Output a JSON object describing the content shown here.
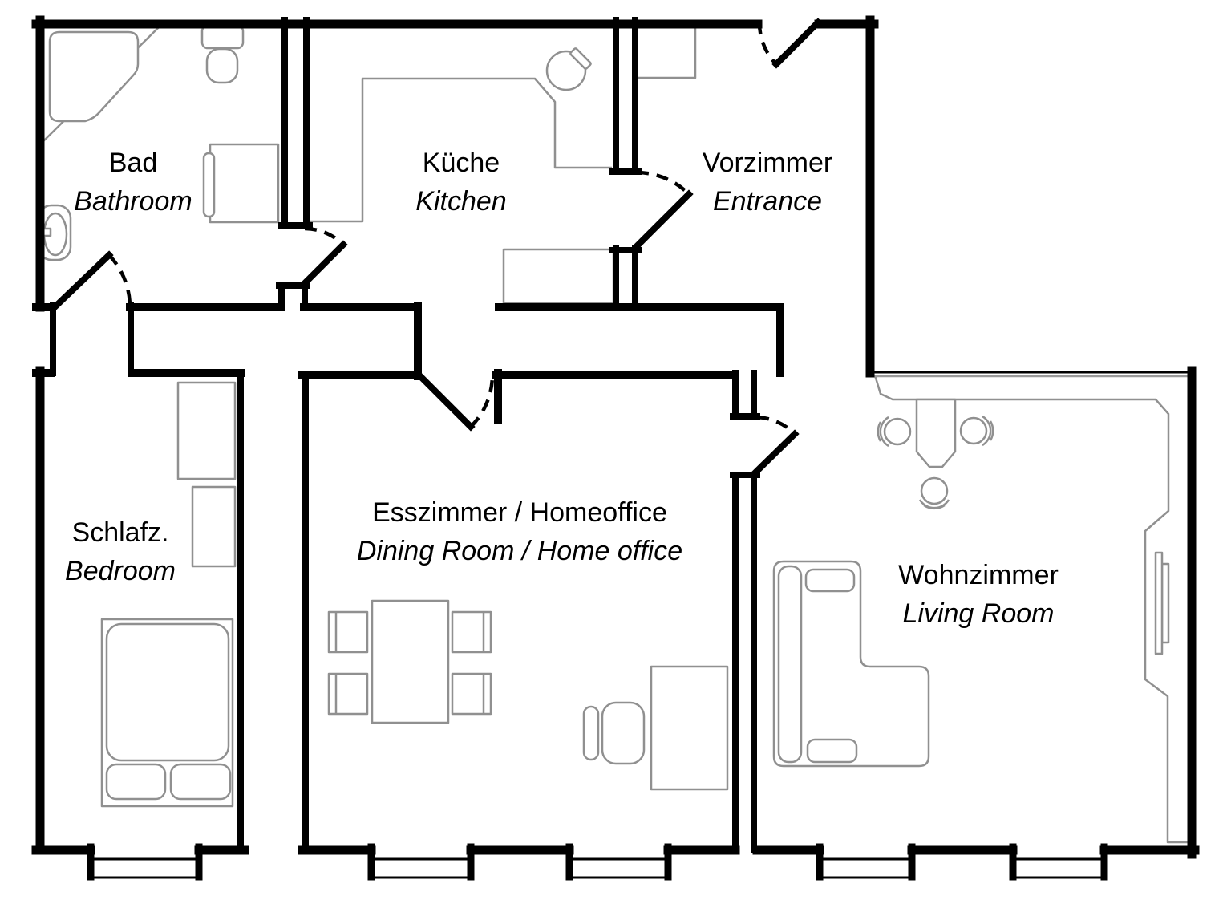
{
  "plan": {
    "type": "apartment-floor-plan",
    "colors": {
      "wall": "#000000",
      "furniture": "#909090",
      "background": "#ffffff",
      "text": "#000000"
    },
    "door_count": 6,
    "window_count": 5
  },
  "rooms": [
    {
      "id": "bathroom",
      "name_de": "Bad",
      "name_en": "Bathroom",
      "symbols": [
        "bathtub",
        "toilet",
        "washing-machine",
        "sink",
        "privacy-screen"
      ]
    },
    {
      "id": "kitchen",
      "name_de": "Küche",
      "name_en": "Kitchen",
      "symbols": [
        "u-shaped-counter",
        "kitchen-sink",
        "appliance-block"
      ]
    },
    {
      "id": "entrance",
      "name_de": "Vorzimmer",
      "name_en": "Entrance",
      "symbols": [
        "closet",
        "entrance-door"
      ]
    },
    {
      "id": "bedroom",
      "name_de": "Schlafz.",
      "name_en": "Bedroom",
      "symbols": [
        "wardrobe",
        "wardrobe",
        "double-bed",
        "pillows"
      ]
    },
    {
      "id": "dining",
      "name_de": "Esszimmer / Homeoffice",
      "name_en": "Dining Room / Home office",
      "symbols": [
        "dining-table",
        "chair",
        "chair",
        "chair",
        "chair",
        "desk",
        "office-chair"
      ]
    },
    {
      "id": "living",
      "name_de": "Wohnzimmer",
      "name_en": "Living Room",
      "symbols": [
        "corner-sofa",
        "bar-table",
        "stool",
        "stool",
        "stool",
        "tv",
        "glass-partition"
      ]
    }
  ]
}
